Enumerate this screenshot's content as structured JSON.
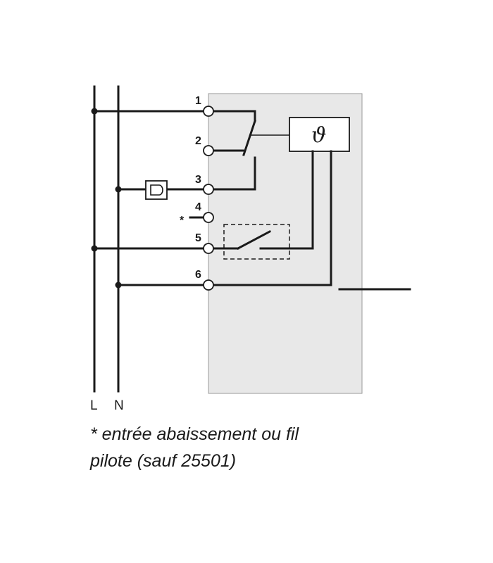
{
  "rails": {
    "line": "L",
    "neutral": "N"
  },
  "terminals": [
    "1",
    "2",
    "3",
    "4",
    "5",
    "6"
  ],
  "terminal_note_mark": "*",
  "sensor_symbol": "ϑ",
  "footnote": {
    "line1": "* entrée abaissement ou fil",
    "line2": "pilote (sauf 25501)"
  },
  "colors": {
    "ink": "#1a1a1a",
    "housing": "#e8e8e8"
  }
}
